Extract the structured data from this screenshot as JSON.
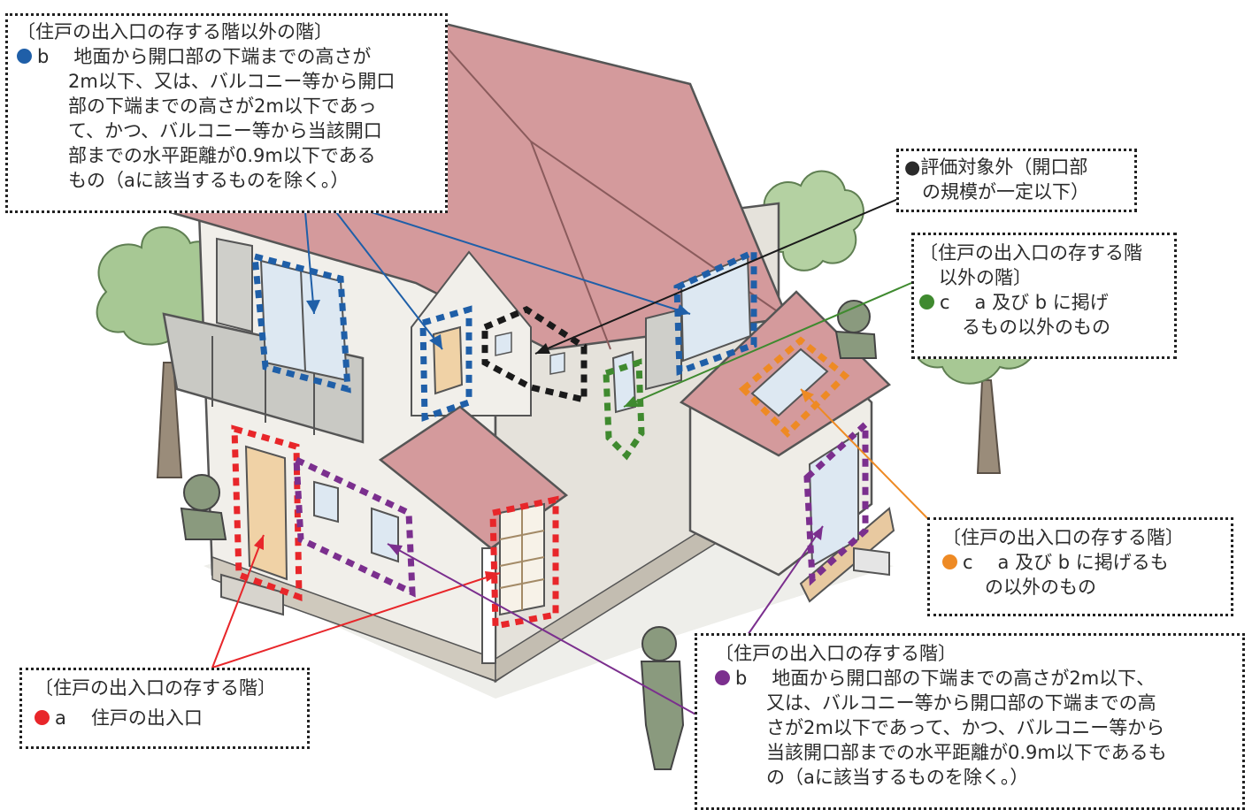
{
  "colors": {
    "blue": "#1f5fa8",
    "red": "#e8262a",
    "purple": "#7b2f8e",
    "green": "#3f8a2f",
    "orange": "#ee8a24",
    "black": "#1a1a1a",
    "roof": "#d49a9c",
    "wall": "#f1efea"
  },
  "callouts": {
    "top_left": {
      "heading": "〔住戸の出入口の存する階以外の階〕",
      "marker": "b",
      "lines": [
        "地面から開口部の下端までの高さが",
        "2m以下、又は、バルコニー等から開口",
        "部の下端までの高さが2m以下であっ",
        "て、かつ、バルコニー等から当該開口",
        "部までの水平距離が0.9m以下である",
        "もの（aに該当するものを除く。）"
      ]
    },
    "eval": {
      "lines": [
        "●評価対象外（開口部",
        "の規模が一定以下）"
      ]
    },
    "green": {
      "heading1": "〔住戸の出入口の存する階",
      "heading2": "以外の階〕",
      "marker": "c",
      "line1": "a 及び b に掲げ",
      "line2": "るもの以外のもの"
    },
    "orange": {
      "heading": "〔住戸の出入口の存する階〕",
      "marker": "c",
      "line1": "a 及び b に掲げるも",
      "line2": "の以外のもの"
    },
    "bottom_left": {
      "heading": "〔住戸の出入口の存する階〕",
      "marker": "a",
      "text": "住戸の出入口"
    },
    "bottom_right": {
      "heading": "〔住戸の出入口の存する階〕",
      "marker": "b",
      "lines": [
        "地面から開口部の下端までの高さが2m以下、",
        "又は、バルコニー等から開口部の下端までの高",
        "さが2m以下であって、かつ、バルコニー等から",
        "当該開口部までの水平距離が0.9m以下であるも",
        "の（aに該当するものを除く。）"
      ]
    }
  }
}
